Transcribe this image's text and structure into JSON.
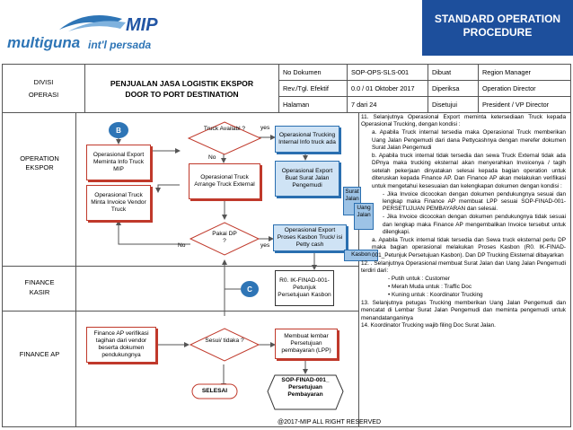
{
  "logo": {
    "brand": "MIP",
    "name": "multiguna",
    "sub": "int'l persada"
  },
  "banner": {
    "line1": "STANDARD OPERATION",
    "line2": "PROCEDURE"
  },
  "header": {
    "division_label": "DIVISI",
    "operation_label": "OPERASI",
    "title_line1": "PENJUALAN JASA LOGISTIK EKSPOR",
    "title_line2": "DOOR TO PORT DESTINATION",
    "doc_no_label": "No Dokumen",
    "doc_no": "SOP-OPS-SLS-001",
    "made_label": "Dibuat",
    "made_by": "Region Manager",
    "rev_label": "Rev./Tgl. Efektif",
    "rev": "0.0 / 01 Oktober 2017",
    "checked_label": "Diperiksa",
    "checked_by": "Operation Director",
    "page_label": "Halaman",
    "page": "7  dari 24",
    "approved_label": "Disetujui",
    "approved_by": "President / VP Director"
  },
  "lanes": {
    "operation": "OPERATION EKSPOR",
    "kasir_1": "FINANCE",
    "kasir_2": "KASIR",
    "ap": "FINANCE AP"
  },
  "flow": {
    "connector_b": "B",
    "connector_c": "C",
    "minta_info": "Operasional Export Meminta Info Truck MIP",
    "truck_available": "Truck Availabl ?",
    "yes1": "yes",
    "no1": "No",
    "info_truck": "Operasional Trucking Internal Info truck ada",
    "arrange_truck": "Operasional Truck Arrange Truck External",
    "buat_surat": "Operasional Export Buat Surat Jalan Pengemudi",
    "minta_invoice": "Operasional Truck Minta Invoice Vendor Truck",
    "surat_jalan": "Surat Jalan",
    "uang_jalan": "Uang Jalan",
    "pakai_dp": "Pakai DP ?",
    "no2": "No",
    "yes2": "yes",
    "proses_kasbon": "Operasional Export Proses Kasbon Truck/ isi Petty cash",
    "kasbon": "Kasbon",
    "ik_finad": "R0. IK-FINAD-001-Petunjuk Persetujuan Kasbon",
    "verifikasi": "Finance AP verifikasi tagihan dari vendor beserta dokumen pendukungnya",
    "sesuai": "Sesui/ tidaka ?",
    "buat_lembar": "Membuat lembar Persetujuan pembayaran (LPP)",
    "selesai": "SELESAI",
    "sop_finad": "SOP-FINAD-001_ Persetujuan Pembayaran"
  },
  "right_text": [
    {
      "cls": "",
      "text": "11.  Selanjutnya Operasional Export meminta ketersediaan Truck kepada Operasional Trucking, dengan kondisi :"
    },
    {
      "cls": "i1",
      "text": "a.  Apabila Truck internal tersedia maka Operasional Truck memberikan Uang Jalan Pengemudi dari dana Pettycashnya dengan merefer dokumen Surat Jalan Pengemudi"
    },
    {
      "cls": "i1",
      "text": "b.  Apabila truck internal tidak tersedia dan sewa Truck External tidak ada DPnya maka trucking eksternal akan menyerahkan Invoicenya / tagih setelah pekerjaan dinyatakan selesai kepada bagian operation untuk diteruskan kepada Finance AP. Dan Finance AP akan melakukan verifikasi untuk mengetahui kesesuaian dan kelengkapan dokumen dengan kondisi :"
    },
    {
      "cls": "i2",
      "text": "-   Jika Invoice dicocokan dengan dokumen pendukungnya sesuai dan lengkap maka Finance AP membuat LPP sesuai SOP-FINAD-001-PERSETUJUAN PEMBAYARAN dan selesai."
    },
    {
      "cls": "i2",
      "text": "-   Jika Invoice dicocokan dengan dokumen pendukungnya tidak sesuai dan lengkap maka Finance AP mengembalikan Invoice tersebut untuk dilengkapi."
    },
    {
      "cls": "i1",
      "text": "a.  Apabila Truck internal tidak tersedia dan Sewa truck eksternal perlu DP maka bagian operasional melakukan Proses Kasbon (R0. IK-FINAD-001_Petunjuk Persetujuan Kasbon). Dan DP Trucking Eksternal dibayarkan"
    },
    {
      "cls": "",
      "text": "12.  . Selanjutnya Operasional membuat Surat Jalan dan Uang Jalan Pengemudi terdiri dari:"
    },
    {
      "cls": "i3",
      "text": "-     Putih untuk : Customer"
    },
    {
      "cls": "i3",
      "text": "•     Merah Muda untuk : Traffic Doc"
    },
    {
      "cls": "i3",
      "text": "•     Kuning untuk : Koordinator Trucking"
    },
    {
      "cls": "",
      "text": "13.  Selanjutnya petugas Trucking memberikan Uang Jalan Pengemudi dan mencatat di Lembar Surat Jalan Pengemudi dan meminta pengemudi untuk menandatanganinya"
    },
    {
      "cls": "",
      "text": "14.  Koordinator Trucking wajib filing Doc Surat Jalan."
    }
  ],
  "footer": "@2017-MIP ALL RIGHT RESERVED"
}
